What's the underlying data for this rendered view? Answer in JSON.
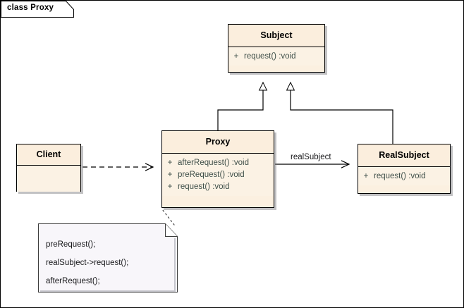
{
  "frame": {
    "title": "class Proxy"
  },
  "classes": [
    {
      "id": "subject",
      "name": "Subject",
      "members": [
        {
          "visibility": "+",
          "signature": "request()  :void"
        }
      ]
    },
    {
      "id": "proxy",
      "name": "Proxy",
      "members": [
        {
          "visibility": "+",
          "signature": "afterRequest()  :void"
        },
        {
          "visibility": "+",
          "signature": "preRequest()  :void"
        },
        {
          "visibility": "+",
          "signature": "request()  :void"
        }
      ]
    },
    {
      "id": "realsubject",
      "name": "RealSubject",
      "members": [
        {
          "visibility": "+",
          "signature": "request()  :void"
        }
      ]
    },
    {
      "id": "client",
      "name": "Client",
      "members": []
    }
  ],
  "note": {
    "lines": [
      "preRequest();",
      "realSubject->request();",
      "afterRequest();"
    ]
  },
  "edges": {
    "association_label": "realSubject"
  },
  "colors": {
    "class_header_fill": "#FBEEDD",
    "class_body_fill": "#FBF2E4",
    "class_border": "#000000",
    "member_text": "#3F4F49",
    "note_fill": "#F8F6FA",
    "note_border": "#3C3C3C",
    "line": "#000000",
    "shadow": "#78787D",
    "background": "#FFFFFF"
  }
}
